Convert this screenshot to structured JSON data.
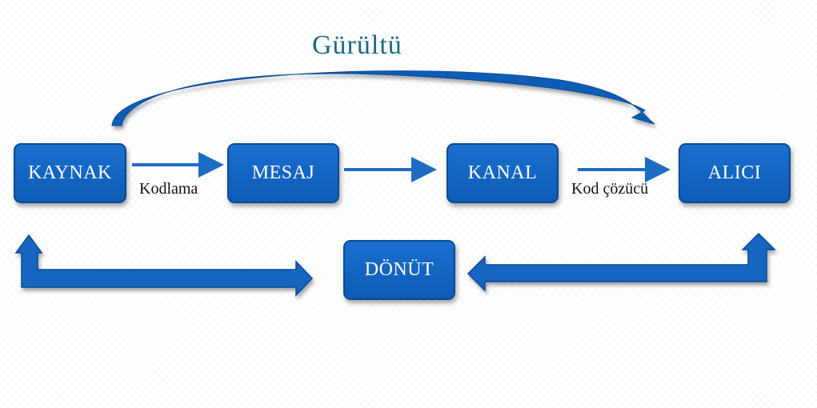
{
  "title": "Gürültü",
  "nodes": {
    "source": "KAYNAK",
    "message": "MESAJ",
    "channel": "KANAL",
    "receiver": "ALICI",
    "feedback": "DÖNÜT"
  },
  "edge_labels": {
    "encoding": "Kodlama",
    "decoding": "Kod çözücü"
  },
  "colors": {
    "box": "#1565c0",
    "arrow": "#1f6cc5",
    "title": "#1b6a85"
  }
}
